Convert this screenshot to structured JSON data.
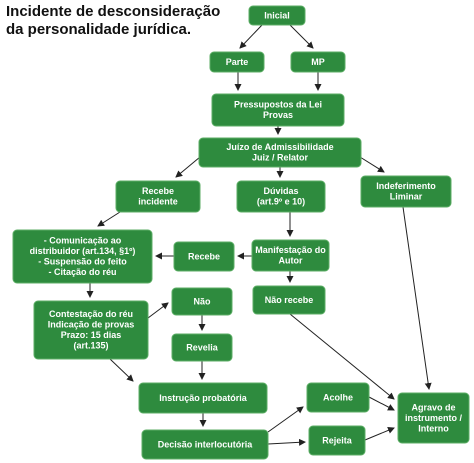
{
  "title": {
    "line1": "Incidente de desconsideração",
    "line2": "da personalidade jurídica."
  },
  "colors": {
    "box_fill": "#2e8b3e",
    "box_border": "#5cae65",
    "box_text": "#ffffff",
    "arrow": "#222222"
  },
  "nodes": [
    {
      "id": "inicial",
      "lines": [
        "Inicial"
      ]
    },
    {
      "id": "parte",
      "lines": [
        "Parte"
      ]
    },
    {
      "id": "mp",
      "lines": [
        "MP"
      ]
    },
    {
      "id": "pressupostos",
      "lines": [
        "Pressupostos da Lei",
        "Provas"
      ]
    },
    {
      "id": "juizo",
      "lines": [
        "Juízo de Admissibilidade",
        "Juiz / Relator"
      ]
    },
    {
      "id": "recebe-incidente",
      "lines": [
        "Recebe",
        "incidente"
      ]
    },
    {
      "id": "duvidas",
      "lines": [
        "Dúvidas",
        "(art.9º e 10)"
      ]
    },
    {
      "id": "indeferimento",
      "lines": [
        "Indeferimento",
        "Liminar"
      ]
    },
    {
      "id": "comunicacao",
      "lines": [
        "- Comunicação ao",
        "distribuidor (art.134, §1º)",
        "- Suspensão do feito",
        "- Citação do réu"
      ]
    },
    {
      "id": "recebe",
      "lines": [
        "Recebe"
      ]
    },
    {
      "id": "manifestacao",
      "lines": [
        "Manifestação do",
        "Autor"
      ]
    },
    {
      "id": "contestacao",
      "lines": [
        "Contestação do réu",
        "Indicação de provas",
        "Prazo: 15 dias",
        "(art.135)"
      ]
    },
    {
      "id": "nao",
      "lines": [
        "Não"
      ]
    },
    {
      "id": "nao-recebe",
      "lines": [
        "Não recebe"
      ]
    },
    {
      "id": "revelia",
      "lines": [
        "Revelia"
      ]
    },
    {
      "id": "instrucao",
      "lines": [
        "Instrução probatória"
      ]
    },
    {
      "id": "acolhe",
      "lines": [
        "Acolhe"
      ]
    },
    {
      "id": "agravo",
      "lines": [
        "Agravo de",
        "instrumento /",
        "Interno"
      ]
    },
    {
      "id": "decisao",
      "lines": [
        "Decisão interlocutória"
      ]
    },
    {
      "id": "rejeita",
      "lines": [
        "Rejeita"
      ]
    }
  ],
  "edges": [
    {
      "from": "inicial",
      "to": "parte"
    },
    {
      "from": "inicial",
      "to": "mp"
    },
    {
      "from": "parte",
      "to": "pressupostos"
    },
    {
      "from": "mp",
      "to": "pressupostos"
    },
    {
      "from": "pressupostos",
      "to": "juizo"
    },
    {
      "from": "juizo",
      "to": "recebe-incidente"
    },
    {
      "from": "juizo",
      "to": "duvidas"
    },
    {
      "from": "juizo",
      "to": "indeferimento"
    },
    {
      "from": "recebe-incidente",
      "to": "comunicacao"
    },
    {
      "from": "duvidas",
      "to": "manifestacao"
    },
    {
      "from": "manifestacao",
      "to": "recebe"
    },
    {
      "from": "manifestacao",
      "to": "nao-recebe"
    },
    {
      "from": "recebe",
      "to": "comunicacao"
    },
    {
      "from": "comunicacao",
      "to": "contestacao"
    },
    {
      "from": "contestacao",
      "to": "nao"
    },
    {
      "from": "nao",
      "to": "revelia"
    },
    {
      "from": "contestacao",
      "to": "instrucao"
    },
    {
      "from": "revelia",
      "to": "instrucao"
    },
    {
      "from": "instrucao",
      "to": "decisao"
    },
    {
      "from": "decisao",
      "to": "acolhe"
    },
    {
      "from": "decisao",
      "to": "rejeita"
    },
    {
      "from": "acolhe",
      "to": "agravo"
    },
    {
      "from": "rejeita",
      "to": "agravo"
    },
    {
      "from": "nao-recebe",
      "to": "agravo"
    },
    {
      "from": "indeferimento",
      "to": "agravo"
    }
  ]
}
